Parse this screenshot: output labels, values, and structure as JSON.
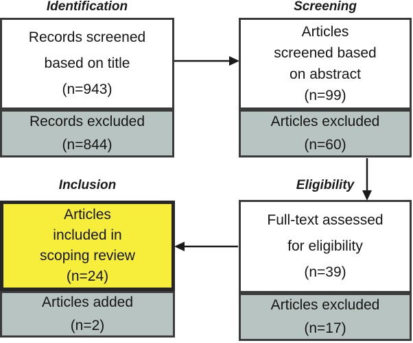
{
  "headers": {
    "identification": "Identification",
    "screening": "Screening",
    "eligibility": "Eligibility",
    "inclusion": "Inclusion"
  },
  "boxes": {
    "records_screened": {
      "text": "Records screened\nbased on title\n(n=943)"
    },
    "records_excluded": {
      "text": "Records excluded\n(n=844)"
    },
    "articles_screened": {
      "text": "Articles\nscreened based\non abstract\n(n=99)"
    },
    "articles_excluded_screening": {
      "text": "Articles excluded\n(n=60)"
    },
    "fulltext_assessed": {
      "text": "Full-text assessed\nfor eligibility\n(n=39)"
    },
    "articles_excluded_eligibility": {
      "text": "Articles excluded\n(n=17)"
    },
    "articles_included": {
      "text": "Articles\nincluded in\nscoping review\n(n=24)"
    },
    "articles_added": {
      "text": "Articles added\n(n=2)"
    }
  },
  "colors": {
    "box_fill_white": "#ffffff",
    "box_fill_gray": "#b8c4c1",
    "box_fill_yellow": "#f7ee3c",
    "box_border": "#3a3a3a",
    "highlight_border": "#262626",
    "arrow": "#1a1a1a",
    "text": "#141414"
  }
}
